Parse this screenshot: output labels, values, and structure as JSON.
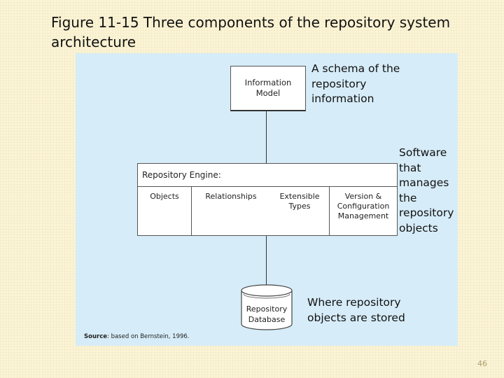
{
  "slide": {
    "title": "Figure 11-15 Three components of the repository system architecture",
    "page_number": "46"
  },
  "diagram": {
    "information_model": "Information\nModel",
    "repository_engine": {
      "label": "Repository Engine:",
      "columns": [
        "Objects",
        "Relationships",
        "Extensible\nTypes",
        "Version &\nConfiguration\nManagement"
      ]
    },
    "database": "Repository\nDatabase",
    "source": {
      "label": "Source",
      "text": ": based on Bernstein, 1996."
    }
  },
  "annotations": {
    "schema": "A schema of the\nrepository\ninformation",
    "software": "Software\nthat\nmanages\nthe\nrepository\nobjects",
    "stored": "Where repository\nobjects are stored"
  },
  "colors": {
    "background": "#fbf4d6",
    "panel": "#d6ecf8"
  }
}
